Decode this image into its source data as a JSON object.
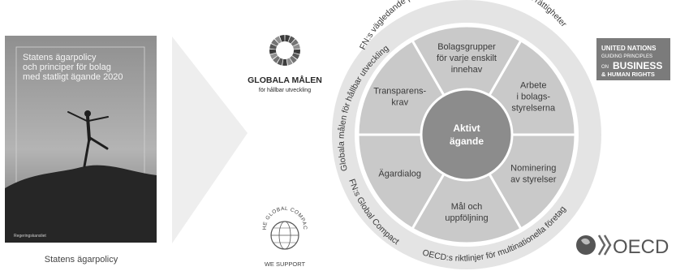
{
  "report": {
    "cover_title_lines": [
      "Statens ägarpolicy",
      "och principer för bolag",
      "med statligt ägande 2020"
    ],
    "cover_footer": "Regeringskansliet",
    "caption": "Statens ägarpolicy"
  },
  "logos": {
    "globala_malen": {
      "name": "GLOBALA MÅLEN",
      "tagline": "för hållbar utveckling"
    },
    "un_guiding": {
      "lines": [
        "UNITED NATIONS",
        "GUIDING PRINCIPLES",
        "BUSINESS",
        "& HUMAN RIGHTS"
      ],
      "on": "ON"
    },
    "global_compact": {
      "ring_text": "THE GLOBAL COMPACT",
      "support": "WE SUPPORT"
    },
    "oecd": {
      "name": "OECD"
    }
  },
  "wheel": {
    "center_lines": [
      "Aktivt",
      "ägande"
    ],
    "segments": [
      {
        "lines": [
          "Bolagsgrupper",
          "för varje enskilt",
          "innehav"
        ]
      },
      {
        "lines": [
          "Arbete",
          "i bolags-",
          "styrelserna"
        ]
      },
      {
        "lines": [
          "Nominering",
          "av styrelser"
        ]
      },
      {
        "lines": [
          "Mål och",
          "uppföljning"
        ]
      },
      {
        "lines": [
          "Ägardialog"
        ]
      },
      {
        "lines": [
          "Transparens-",
          "krav"
        ]
      }
    ],
    "ring_labels": {
      "top": "FN:s vägledande principer för företag och mänskliga rättigheter",
      "left": "Globala målen för hållbar utveckling",
      "bottom_left": "FN:s Global Compact",
      "bottom": "OECD:s riktlinjer för multinationella företag"
    }
  },
  "colors": {
    "segment_light": "#c9c9c9",
    "segment_center": "#8c8c8c",
    "ring": "#ffffff",
    "arrow": "#eeeeee",
    "text": "#3a3a3a",
    "un_box": "#7b7b7b"
  }
}
